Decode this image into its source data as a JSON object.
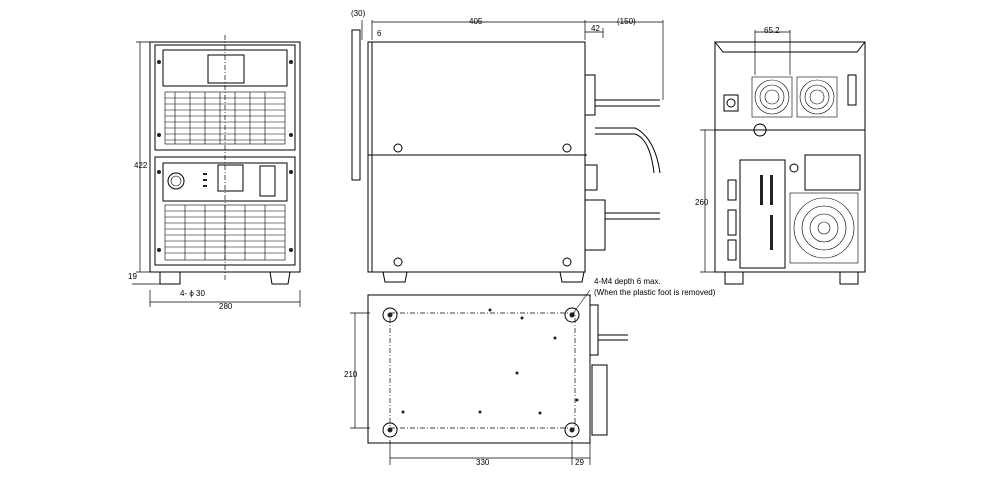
{
  "dimensions": {
    "front": {
      "height": "422",
      "foot_height": "19",
      "foot_dia": "4- ϕ 30",
      "width": "280"
    },
    "side": {
      "cable_left": "(30)",
      "depth": "405",
      "offset_6": "6",
      "rear_42": "42",
      "cable_right": "(150)"
    },
    "rear": {
      "fan_pitch": "65.2",
      "panel_height": "260"
    },
    "bottom": {
      "width_210": "210",
      "pitch_330": "330",
      "edge_29": "29",
      "note_line1": "4-M4 depth 6 max.",
      "note_line2": "(When the plastic foot is removed)"
    }
  }
}
